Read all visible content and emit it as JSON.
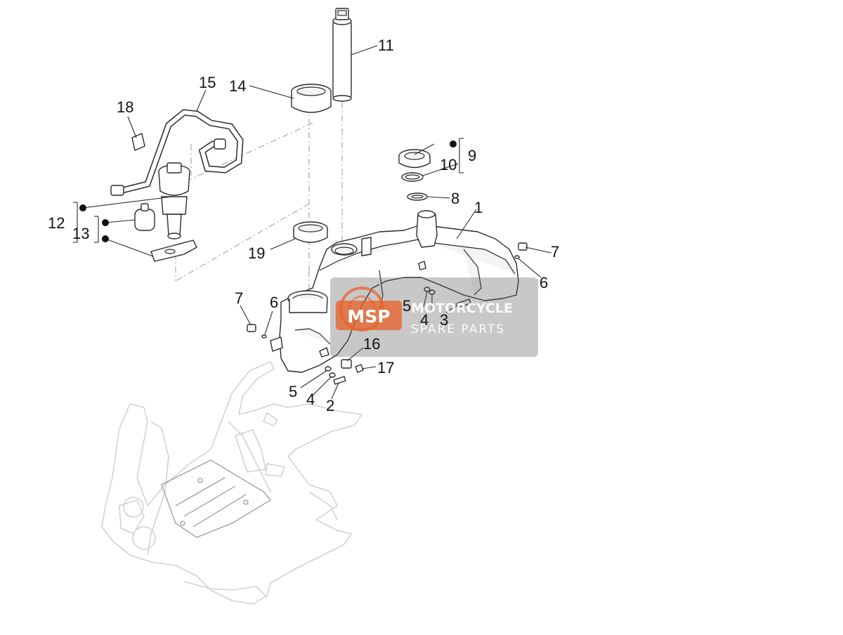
{
  "diagram": {
    "callouts": [
      {
        "id": "c1",
        "label": "1"
      },
      {
        "id": "c2",
        "label": "2"
      },
      {
        "id": "c3",
        "label": "3"
      },
      {
        "id": "c4a",
        "label": "4"
      },
      {
        "id": "c4b",
        "label": "4"
      },
      {
        "id": "c5a",
        "label": "5"
      },
      {
        "id": "c5b",
        "label": "5"
      },
      {
        "id": "c6a",
        "label": "6"
      },
      {
        "id": "c6b",
        "label": "6"
      },
      {
        "id": "c7a",
        "label": "7"
      },
      {
        "id": "c7b",
        "label": "7"
      },
      {
        "id": "c8",
        "label": "8"
      },
      {
        "id": "c9",
        "label": "9"
      },
      {
        "id": "c10",
        "label": "10"
      },
      {
        "id": "c11",
        "label": "11"
      },
      {
        "id": "c12",
        "label": "12"
      },
      {
        "id": "c13",
        "label": "13"
      },
      {
        "id": "c14",
        "label": "14"
      },
      {
        "id": "c15",
        "label": "15"
      },
      {
        "id": "c16",
        "label": "16"
      },
      {
        "id": "c17",
        "label": "17"
      },
      {
        "id": "c18",
        "label": "18"
      },
      {
        "id": "c19",
        "label": "19"
      }
    ]
  },
  "watermark": {
    "logo": "MSP",
    "line1": "MOTORCYCLE",
    "line2": "SPARE PARTS",
    "accent_color": "#e8632b"
  },
  "colors": {
    "line": "#2a2a2a",
    "frame": "#c9c9c9",
    "background": "#ffffff"
  }
}
